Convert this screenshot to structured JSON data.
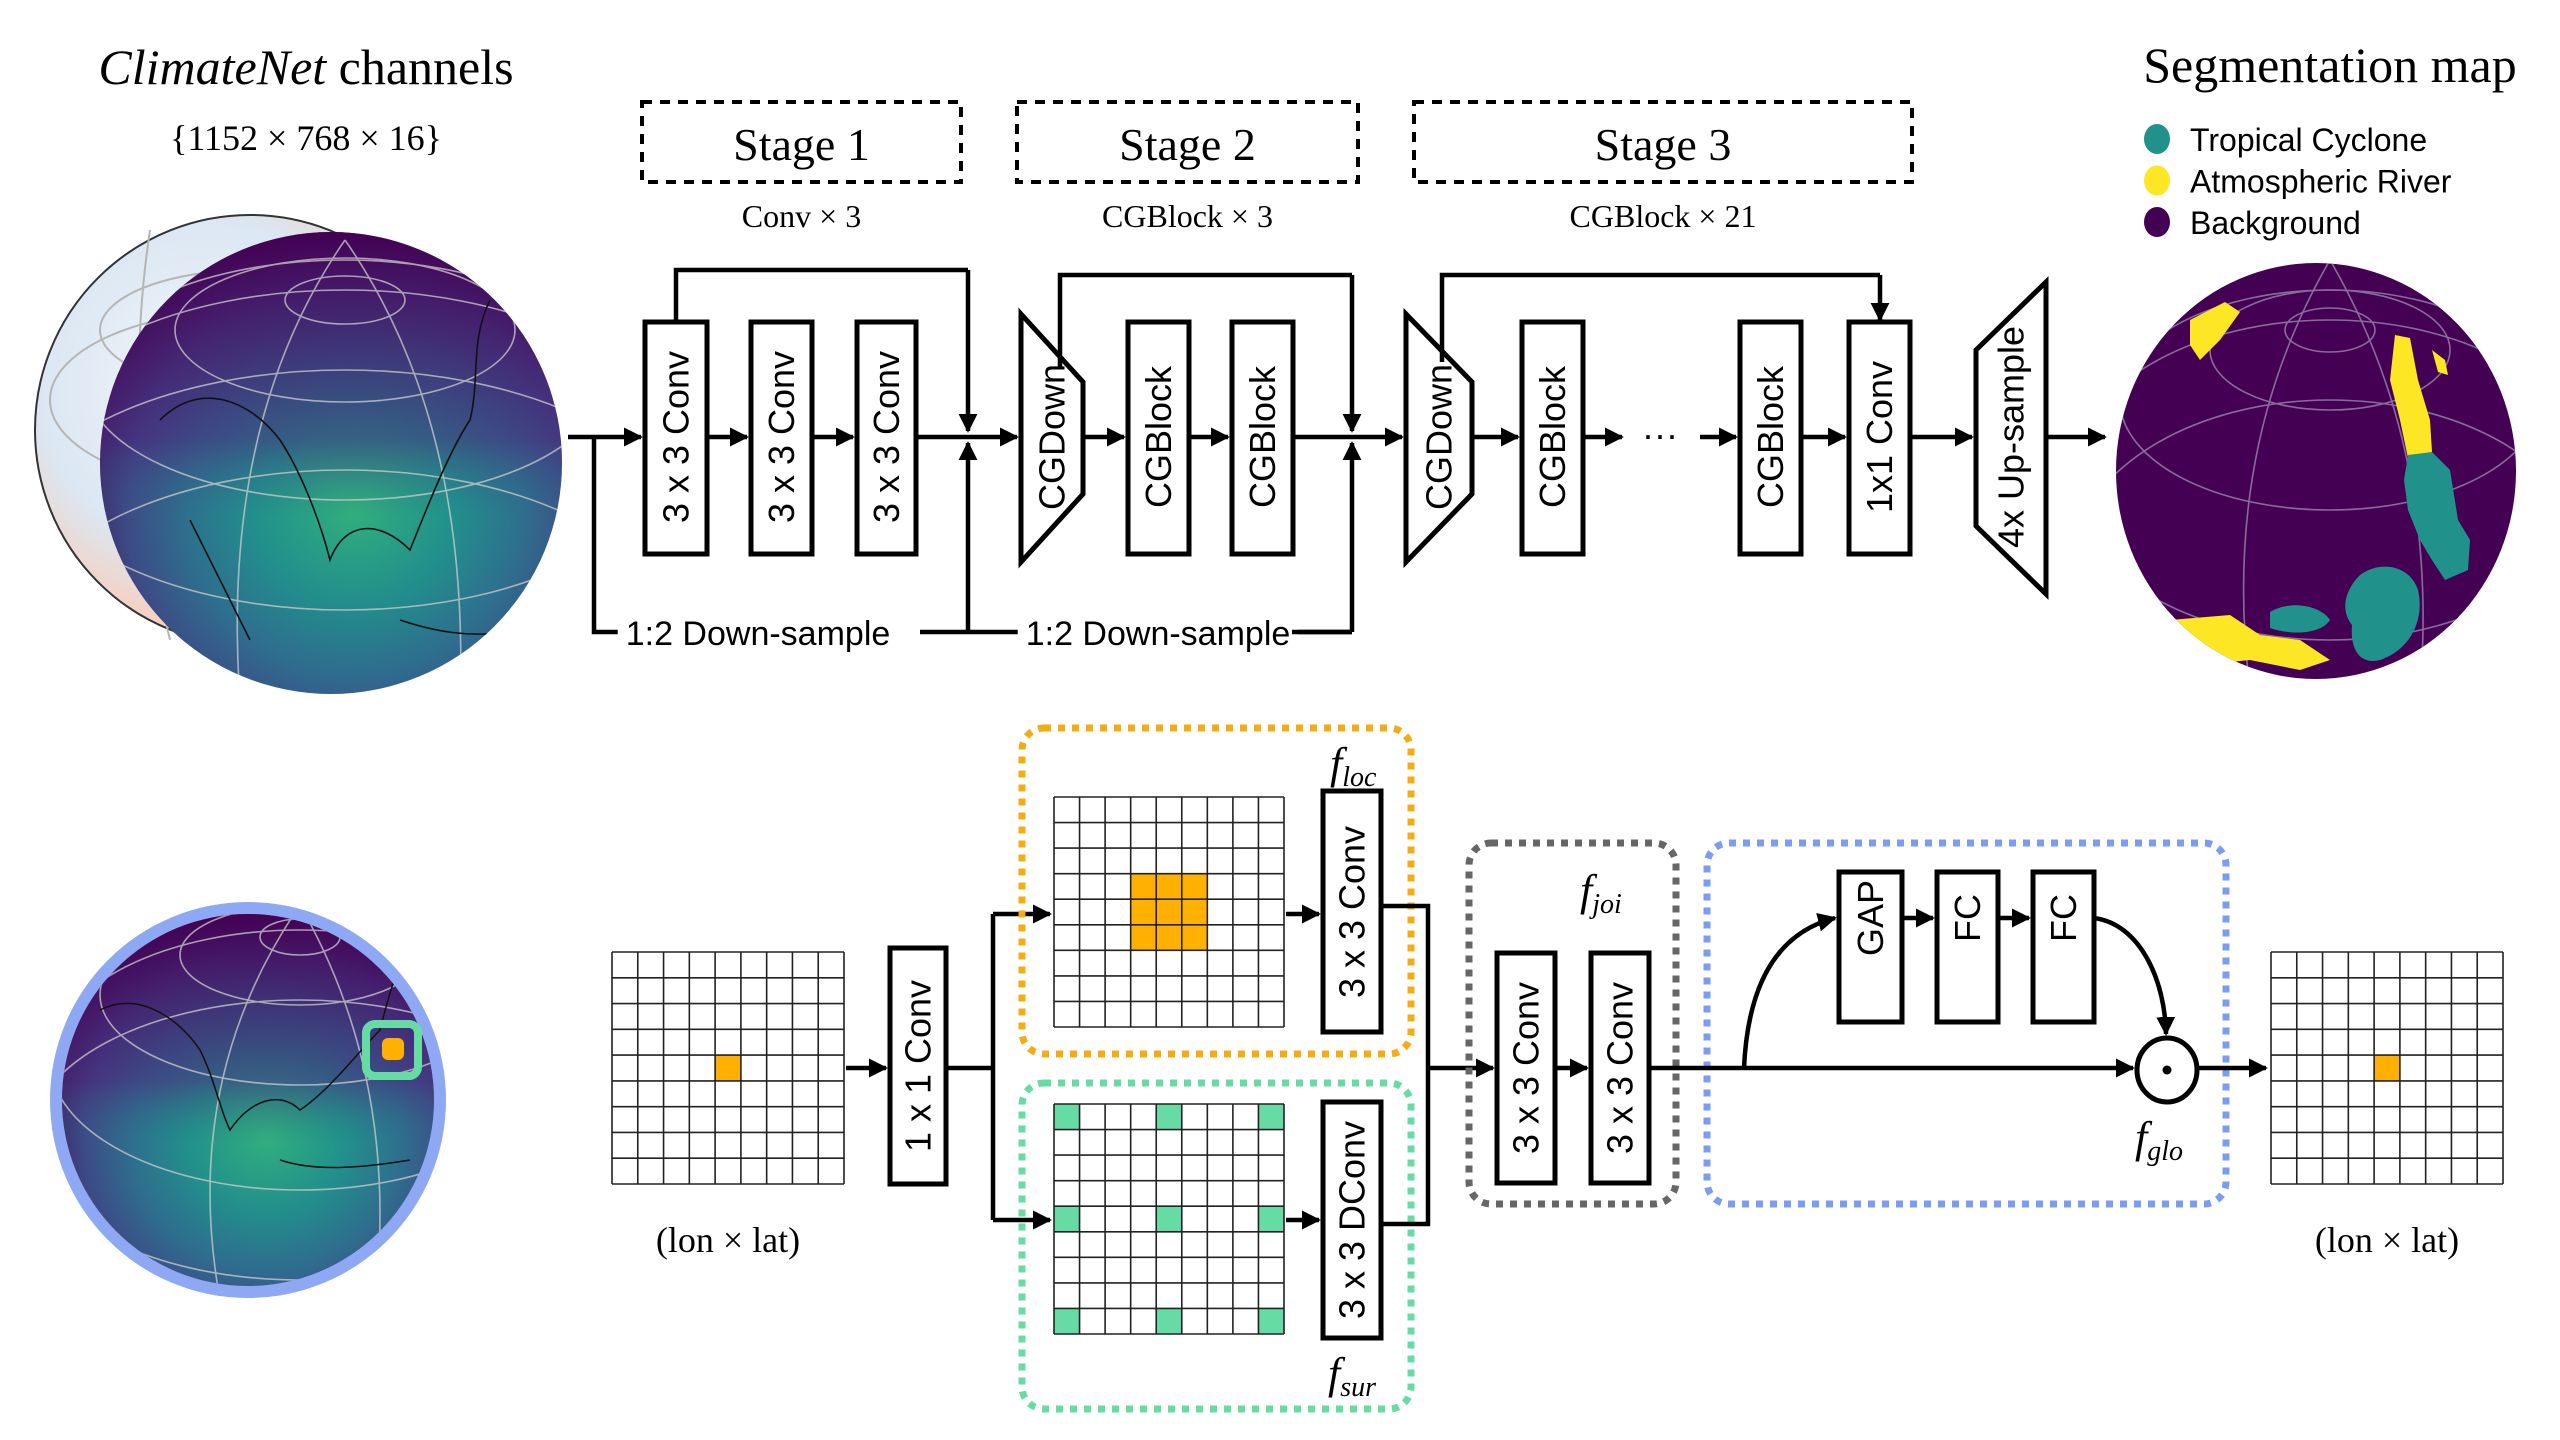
{
  "input": {
    "title_italic": "ClimateNet",
    "title_rest": " channels",
    "dims": "{1152 × 768 × 16}"
  },
  "stages": [
    {
      "label": "Stage 1",
      "sub": "Conv × 3"
    },
    {
      "label": "Stage 2",
      "sub": "CGBlock × 3"
    },
    {
      "label": "Stage 3",
      "sub": "CGBlock × 21"
    }
  ],
  "pipeline": {
    "blocks": [
      "3 x 3 Conv",
      "3 x 3 Conv",
      "3 x 3 Conv",
      "CGDown",
      "CGBlock",
      "CGBlock",
      "CGDown",
      "CGBlock",
      "CGBlock",
      "1x1 Conv",
      "4x Up-sample"
    ],
    "ellipsis": "···",
    "downsample_label_1": "1:2 Down-sample",
    "downsample_label_2": "1:2 Down-sample"
  },
  "output": {
    "title": "Segmentation map",
    "legend": [
      {
        "label": "Tropical Cyclone",
        "color": "#21918c"
      },
      {
        "label": "Atmospheric River",
        "color": "#fde725"
      },
      {
        "label": "Background",
        "color": "#440154"
      }
    ]
  },
  "cgblock_detail": {
    "grid_size": 9,
    "input_label": "(lon × lat)",
    "output_label": "(lon × lat)",
    "conv1x1": "1 x 1 Conv",
    "loc": {
      "label_main": "f",
      "label_sub": "loc",
      "conv": "3 x 3 Conv",
      "color": "#ffb000",
      "border_color": "#f5ac13"
    },
    "sur": {
      "label_main": "f",
      "label_sub": "sur",
      "conv": "3 x 3 DConv",
      "color": "#66dca4",
      "border_color": "#66dca4"
    },
    "joi": {
      "label_main": "f",
      "label_sub": "joi",
      "convs": [
        "3 x 3 Conv",
        "3 x 3 Conv"
      ],
      "border_color": "#666666"
    },
    "glo": {
      "label_main": "f",
      "label_sub": "glo",
      "blocks": [
        "GAP",
        "FC",
        "FC"
      ],
      "op": "⊙",
      "border_color": "#7b9cf2"
    }
  },
  "colors": {
    "highlight_cell": "#ffb000",
    "globe_ring": "#8fa8f4",
    "viridis_dark": "#440154",
    "viridis_mid": "#21918c",
    "viridis_light": "#5ec962"
  }
}
